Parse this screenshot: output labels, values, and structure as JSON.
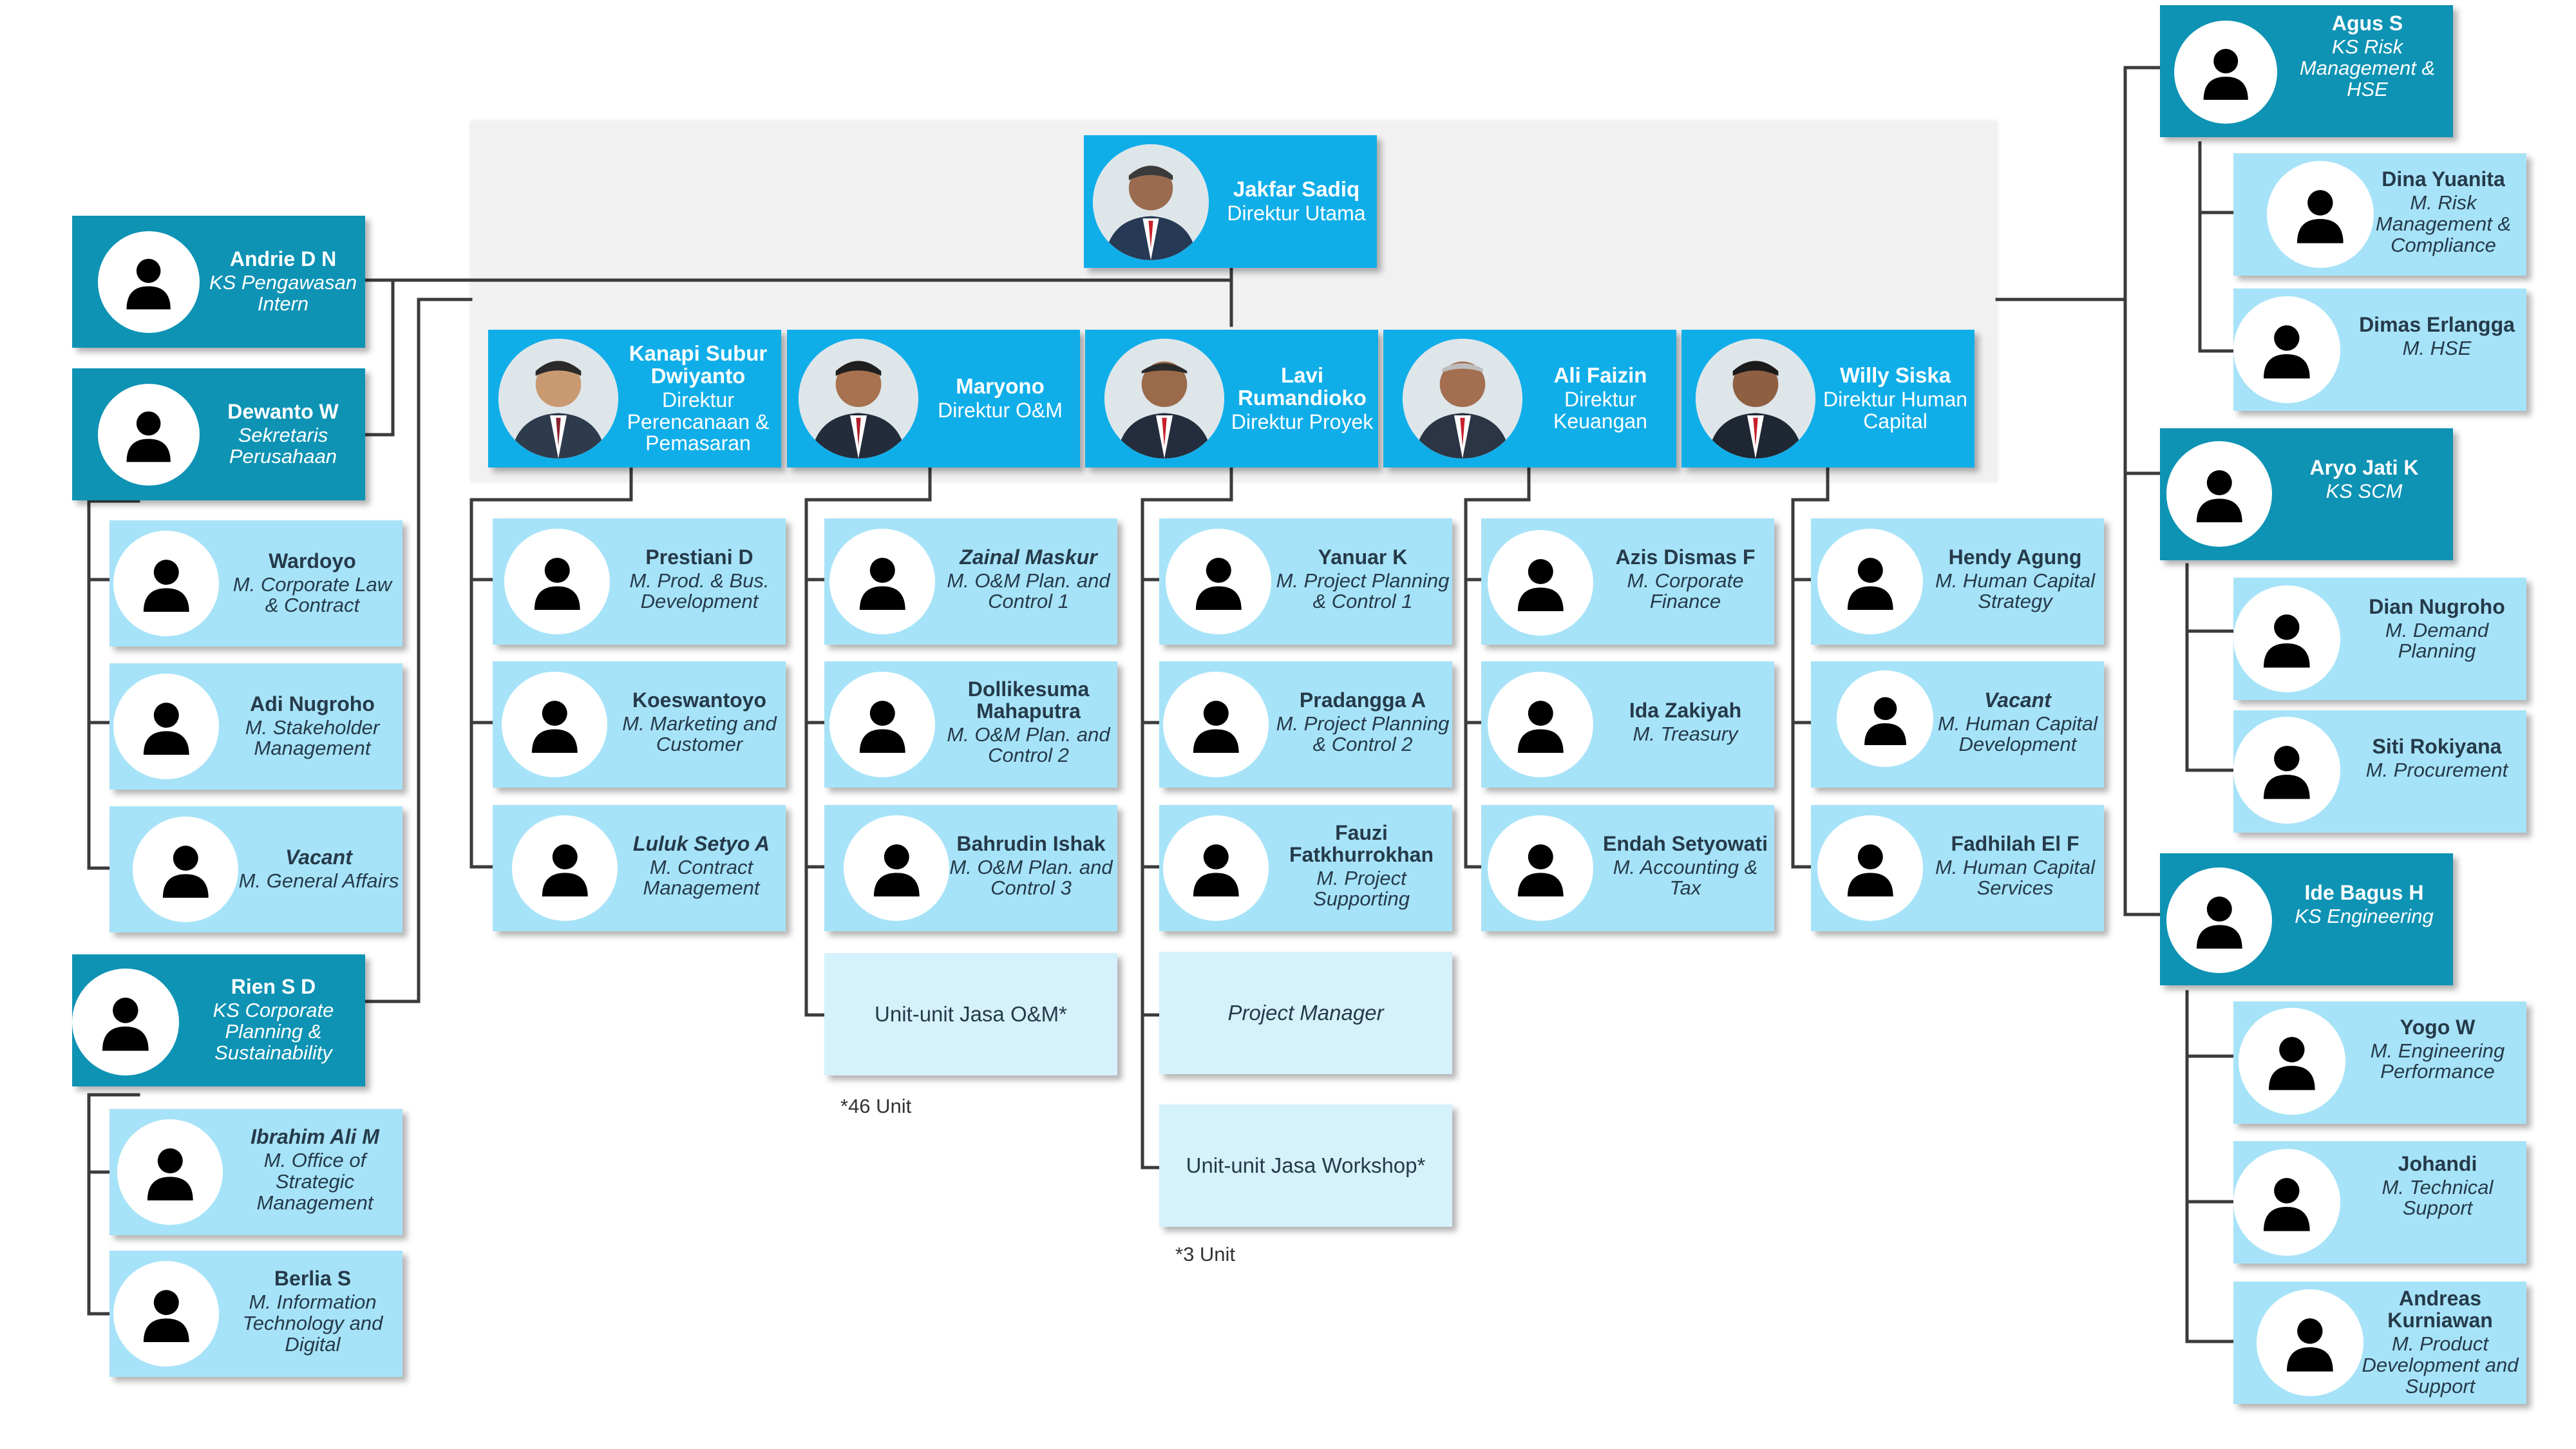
{
  "ceo": {
    "name": "Jakfar Sadiq",
    "role": "Direktur Utama"
  },
  "left_units": [
    {
      "name": "Andrie D N",
      "role": "KS Pengawasan Intern"
    },
    {
      "name": "Dewanto W",
      "role": "Sekretaris Perusahaan"
    },
    {
      "name": "Wardoyo",
      "role": "M. Corporate Law & Contract"
    },
    {
      "name": "Adi Nugroho",
      "role": "M. Stakeholder Management"
    },
    {
      "name": "Vacant",
      "role": "M. General Affairs"
    },
    {
      "name": "Rien S D",
      "role": "KS Corporate Planning & Sustainability"
    },
    {
      "name": "Ibrahim Ali M",
      "role": "M. Office of Strategic Management"
    },
    {
      "name": "Berlia S",
      "role": "M. Information Technology and Digital"
    }
  ],
  "directors": [
    {
      "name": "Kanapi Subur Dwiyanto",
      "role": "Direktur Perencanaan & Pemasaran"
    },
    {
      "name": "Maryono",
      "role": "Direktur O&M"
    },
    {
      "name": "Lavi Rumandioko",
      "role": "Direktur Proyek"
    },
    {
      "name": "Ali Faizin",
      "role": "Direktur Keuangan"
    },
    {
      "name": "Willy Siska",
      "role": "Direktur Human Capital"
    }
  ],
  "managers": [
    {
      "name": "Prestiani D",
      "role": "M. Prod. & Bus. Development"
    },
    {
      "name": "Koeswantoyo",
      "role": "M. Marketing and Customer"
    },
    {
      "name": "Luluk Setyo A",
      "role": "M. Contract Management"
    },
    {
      "name": "Zainal Maskur",
      "role": "M. O&M Plan. and Control 1"
    },
    {
      "name": "Dollikesuma Mahaputra",
      "role": "M. O&M Plan. and Control 2"
    },
    {
      "name": "Bahrudin Ishak",
      "role": "M. O&M Plan. and Control 3"
    },
    {
      "name": "Yanuar K",
      "role": "M. Project Planning & Control 1"
    },
    {
      "name": "Pradangga A",
      "role": "M. Project Planning & Control 2"
    },
    {
      "name": "Fauzi Fatkhurrokhan",
      "role": "M. Project Supporting"
    },
    {
      "name": "Azis Dismas F",
      "role": "M. Corporate Finance"
    },
    {
      "name": "Ida Zakiyah",
      "role": "M. Treasury"
    },
    {
      "name": "Endah Setyowati",
      "role": "M. Accounting & Tax"
    },
    {
      "name": "Hendy Agung",
      "role": "M. Human Capital Strategy"
    },
    {
      "name": "Vacant",
      "role": "M. Human Capital Development"
    },
    {
      "name": "Fadhilah El F",
      "role": "M. Human Capital Services"
    }
  ],
  "units": [
    {
      "label": "Unit-unit Jasa O&M*",
      "note": "*46 Unit"
    },
    {
      "label": "Project Manager"
    },
    {
      "label": "Unit-unit Jasa Workshop*",
      "note": "*3 Unit"
    }
  ],
  "right_units": [
    {
      "name": "Agus S",
      "role": "KS Risk Management & HSE"
    },
    {
      "name": "Dina Yuanita",
      "role": "M. Risk Management & Compliance"
    },
    {
      "name": "Dimas Erlangga",
      "role": "M. HSE"
    },
    {
      "name": "Aryo Jati K",
      "role": "KS SCM"
    },
    {
      "name": "Dian Nugroho",
      "role": "M. Demand Planning"
    },
    {
      "name": "Siti Rokiyana",
      "role": "M. Procurement"
    },
    {
      "name": "Ide Bagus H",
      "role": "KS Engineering"
    },
    {
      "name": "Yogo W",
      "role": "M. Engineering Performance"
    },
    {
      "name": "Johandi",
      "role": "M. Technical Support"
    },
    {
      "name": "Andreas Kurniawan",
      "role": "M. Product Development and Support"
    }
  ],
  "colors": {
    "ks_box": "#0e93b4",
    "director_box": "#10aee9",
    "manager_box": "#a7e3f8",
    "unit_box": "#d5f1fb",
    "connector": "#3b3b3b"
  }
}
